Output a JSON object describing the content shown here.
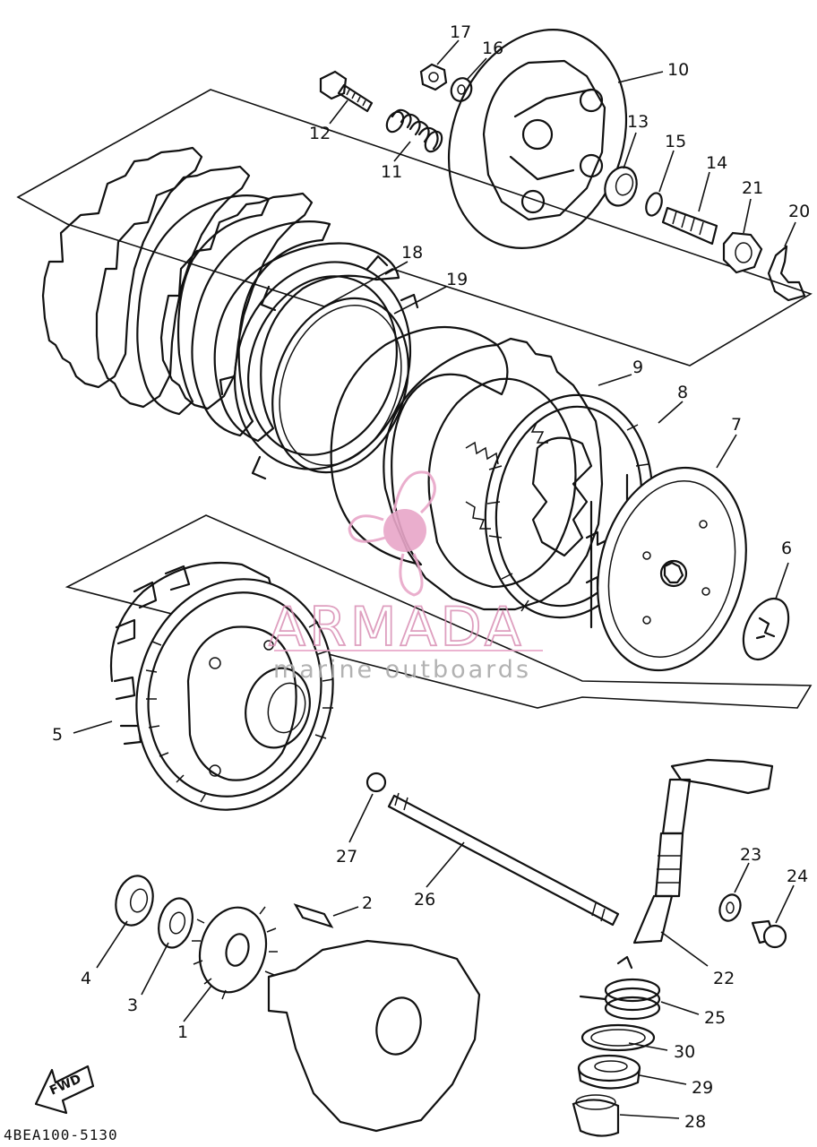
{
  "diagram_code": "4BEA100-5130",
  "fwd_label": "FWD",
  "watermark": {
    "title": "ARMADA",
    "subtitle": "marine outboards",
    "accent_color": "#e8a6c8",
    "logo_icon": "propeller-icon"
  },
  "callouts": [
    {
      "id": "p1",
      "label": "1"
    },
    {
      "id": "p2",
      "label": "2"
    },
    {
      "id": "p3",
      "label": "3"
    },
    {
      "id": "p4",
      "label": "4"
    },
    {
      "id": "p5",
      "label": "5"
    },
    {
      "id": "p6",
      "label": "6"
    },
    {
      "id": "p7",
      "label": "7"
    },
    {
      "id": "p8",
      "label": "8"
    },
    {
      "id": "p9",
      "label": "9"
    },
    {
      "id": "p10",
      "label": "10"
    },
    {
      "id": "p11",
      "label": "11"
    },
    {
      "id": "p12",
      "label": "12"
    },
    {
      "id": "p13",
      "label": "13"
    },
    {
      "id": "p14",
      "label": "14"
    },
    {
      "id": "p15",
      "label": "15"
    },
    {
      "id": "p16",
      "label": "16"
    },
    {
      "id": "p17",
      "label": "17"
    },
    {
      "id": "p18",
      "label": "18"
    },
    {
      "id": "p19",
      "label": "19"
    },
    {
      "id": "p20",
      "label": "20"
    },
    {
      "id": "p21",
      "label": "21"
    },
    {
      "id": "p22",
      "label": "22"
    },
    {
      "id": "p23",
      "label": "23"
    },
    {
      "id": "p24",
      "label": "24"
    },
    {
      "id": "p25",
      "label": "25"
    },
    {
      "id": "p26",
      "label": "26"
    },
    {
      "id": "p27",
      "label": "27"
    },
    {
      "id": "p28",
      "label": "28"
    },
    {
      "id": "p29",
      "label": "29"
    },
    {
      "id": "p30",
      "label": "30"
    }
  ]
}
